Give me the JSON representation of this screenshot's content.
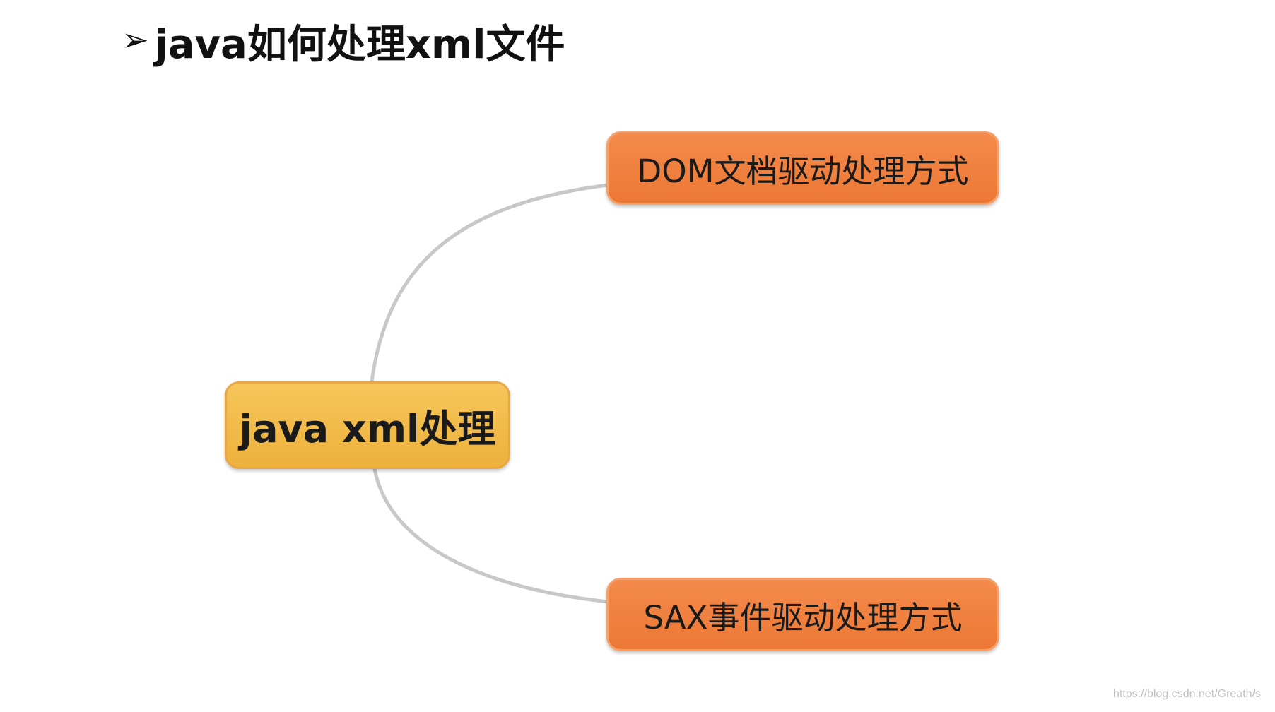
{
  "slide": {
    "bullet": "➢",
    "title": "java如何处理xml文件"
  },
  "diagram": {
    "root": {
      "label": "java xml处理"
    },
    "branches": [
      {
        "label": "DOM文档驱动处理方式"
      },
      {
        "label": "SAX事件驱动处理方式"
      }
    ],
    "connector_color": "#c8c8c8",
    "root_color": "#f2bd4e",
    "branch_color": "#f0803e"
  },
  "watermark": "https://blog.csdn.net/Greath/s"
}
